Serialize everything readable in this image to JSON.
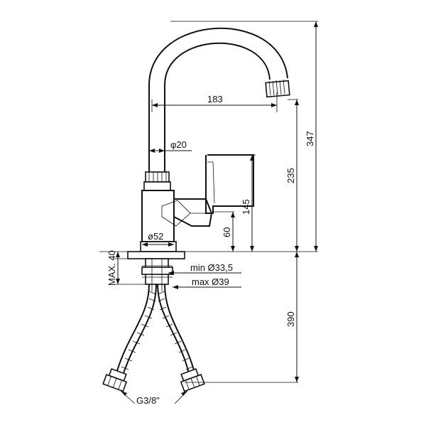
{
  "dimensions": {
    "spout_reach": "183",
    "spout_diameter": "φ20",
    "body_diameter": "ø52",
    "total_height": "347",
    "spout_height": "235",
    "handle_height": "145",
    "lever_height": "60",
    "max_thickness": "MAX. 40",
    "hole_min": "min Ø33,5",
    "hole_max": "max Ø39",
    "hose_length": "390",
    "connection": "G3/8\""
  },
  "colors": {
    "line": "#111111",
    "background": "#ffffff"
  }
}
